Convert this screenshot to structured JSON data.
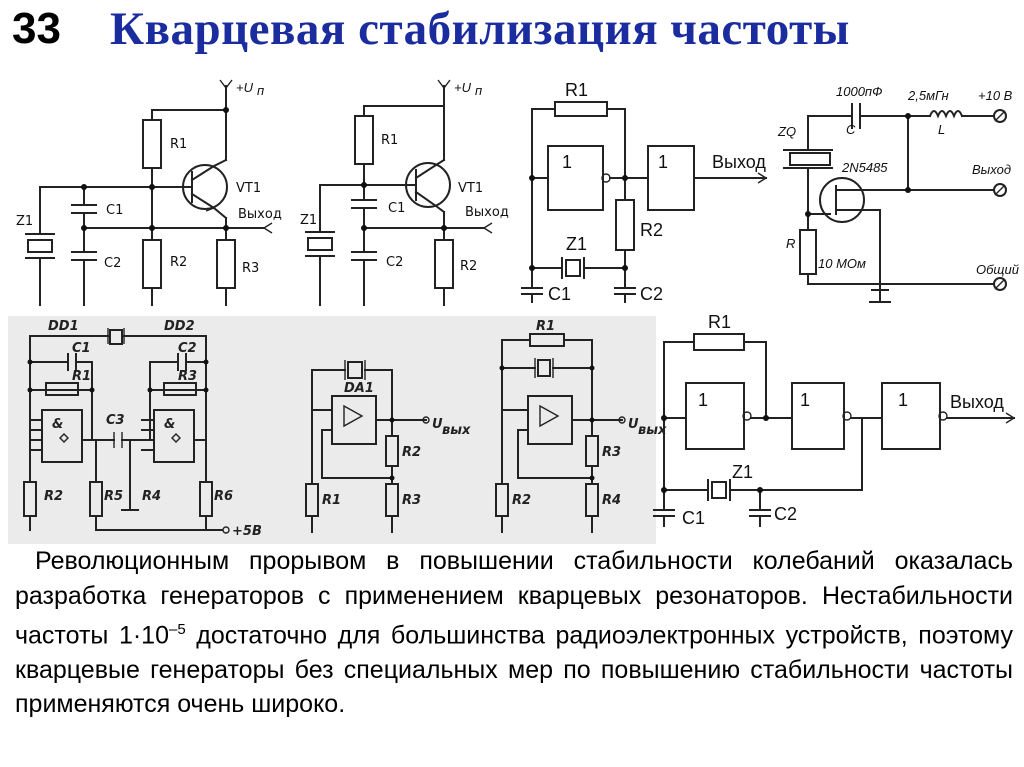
{
  "slide": {
    "number": "33",
    "title": "Кварцевая стабилизация частоты"
  },
  "circuits": {
    "c1": {
      "supply": "+U",
      "supply_sub": "п",
      "r1": "R1",
      "r2": "R2",
      "r3": "R3",
      "c1": "C1",
      "c2": "C2",
      "z1": "Z1",
      "vt1": "VT1",
      "out": "Выход"
    },
    "c2": {
      "supply": "+U",
      "supply_sub": "п",
      "r1": "R1",
      "r2": "R2",
      "c1": "C1",
      "c2": "C2",
      "z1": "Z1",
      "vt1": "VT1",
      "out": "Выход"
    },
    "c3": {
      "r1": "R1",
      "r2": "R2",
      "c1": "C1",
      "c2": "C2",
      "z1": "Z1",
      "g1": "1",
      "g2": "1",
      "out": "Выход"
    },
    "c4": {
      "cap_val": "1000пФ",
      "c": "C",
      "ind_val": "2,5мГн",
      "l": "L",
      "plus": "+10 В",
      "zq": "ZQ",
      "jfet": "2N5485",
      "r": "R",
      "r_val": "10 МОм",
      "out": "Выход",
      "gnd": "Общий"
    },
    "c5": {
      "dd1": "DD1",
      "dd2": "DD2",
      "c1": "C1",
      "c2": "C2",
      "c3": "C3",
      "r1": "R1",
      "r2": "R2",
      "r3": "R3",
      "r4": "R4",
      "r5": "R5",
      "r6": "R6",
      "amp": "&",
      "supply": "+5В"
    },
    "c6": {
      "da1": "DA1",
      "u": "U",
      "u_sub": "вых",
      "r1": "R1",
      "r2": "R2",
      "r3": "R3"
    },
    "c7": {
      "rtop": "R1",
      "u": "U",
      "u_sub": "вых",
      "r2": "R2",
      "r3": "R3",
      "r4": "R4"
    },
    "c8": {
      "r1": "R1",
      "g1": "1",
      "g2": "1",
      "g3": "1",
      "out": "Выход",
      "z1": "Z1",
      "c1": "C1",
      "c2": "C2"
    }
  },
  "body": {
    "line1": "Революционным прорывом в повышении стабильности колебаний оказалась разработка генераторов с применением кварцевых резонаторов. Нестабильности частоты 1·10",
    "exp": "–5",
    "line2": " достаточно для большинства радиоэлектронных устройств, поэтому кварцевые генераторы без специальных мер по повышению стабильности частоты применяются очень широко."
  }
}
